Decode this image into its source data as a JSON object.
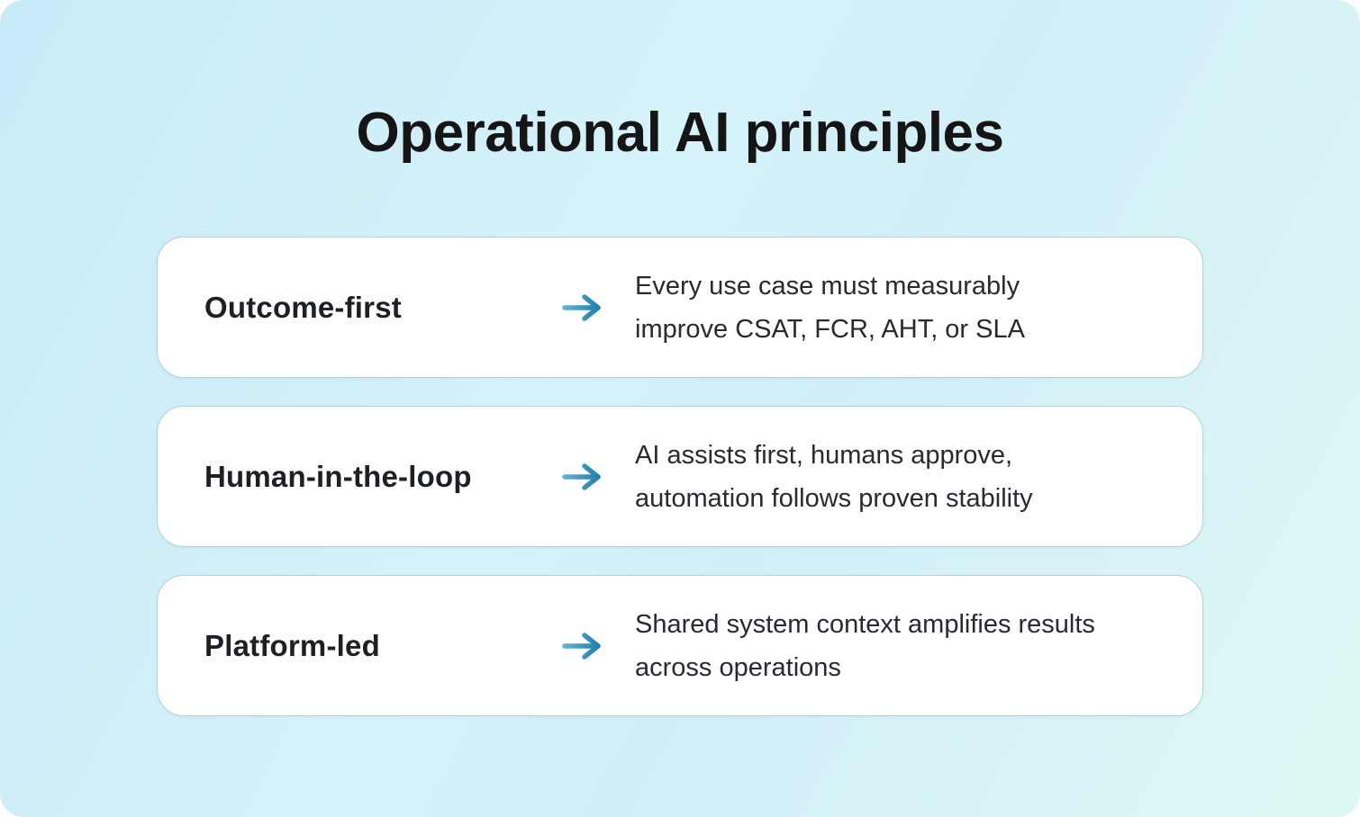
{
  "page": {
    "title": "Operational AI principles"
  },
  "theme": {
    "background_start": "#c8eaf8",
    "background_mid": "#d6f2fa",
    "background_end": "#ddf8f4",
    "card_background": "#ffffff",
    "card_border": "#b5d3dc",
    "title_color": "#151515",
    "label_color": "#1d2126",
    "description_color": "#272b31",
    "arrow_color_start": "#67b6d8",
    "arrow_color_end": "#1a7ba4"
  },
  "icons": {
    "arrow_right": "→"
  },
  "principles": [
    {
      "label": "Outcome-first",
      "description": "Every use case must measurably improve CSAT, FCR, AHT, or SLA",
      "description_lines": [
        "Every use case must measurably",
        "improve CSAT, FCR, AHT, or SLA"
      ]
    },
    {
      "label": "Human-in-the-loop",
      "description": "AI assists first, humans approve, automation follows proven stability",
      "description_lines": [
        "AI assists first, humans approve,",
        "automation follows proven stability"
      ]
    },
    {
      "label": "Platform-led",
      "description": "Shared system context amplifies results across operations",
      "description_lines": [
        "Shared system context amplifies results",
        "across operations"
      ]
    }
  ]
}
